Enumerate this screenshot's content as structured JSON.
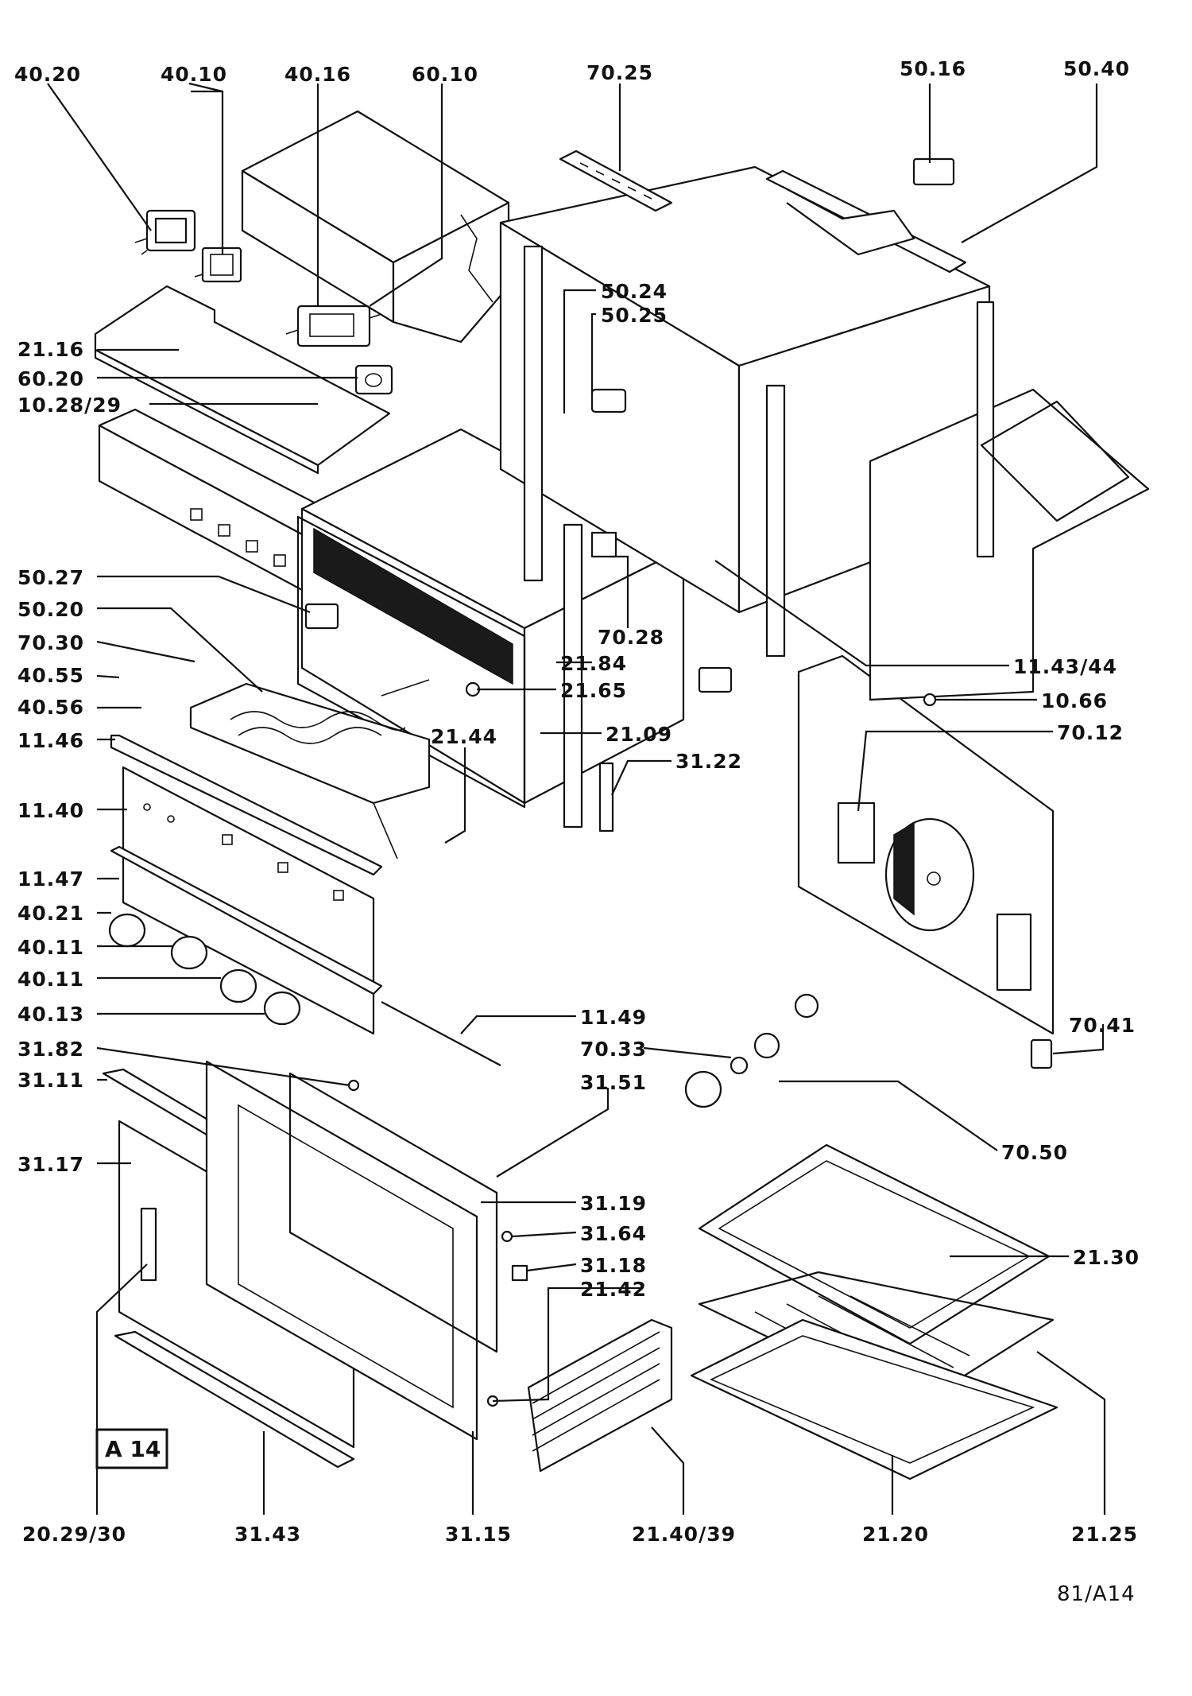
{
  "figure_code": "A 14",
  "page_ref": "81/A14",
  "parts": [
    {
      "id": "p4020",
      "text": "40.20"
    },
    {
      "id": "p4010",
      "text": "40.10"
    },
    {
      "id": "p4016",
      "text": "40.16"
    },
    {
      "id": "p6010",
      "text": "60.10"
    },
    {
      "id": "p7025",
      "text": "70.25"
    },
    {
      "id": "p5016",
      "text": "50.16"
    },
    {
      "id": "p5040",
      "text": "50.40"
    },
    {
      "id": "p5024",
      "text": "50.24"
    },
    {
      "id": "p5025",
      "text": "50.25"
    },
    {
      "id": "p2116",
      "text": "21.16"
    },
    {
      "id": "p6020",
      "text": "60.20"
    },
    {
      "id": "p1028",
      "text": "10.28/29"
    },
    {
      "id": "p5027",
      "text": "50.27"
    },
    {
      "id": "p5020",
      "text": "50.20"
    },
    {
      "id": "p7030",
      "text": "70.30"
    },
    {
      "id": "p4055",
      "text": "40.55"
    },
    {
      "id": "p4056",
      "text": "40.56"
    },
    {
      "id": "p1146",
      "text": "11.46"
    },
    {
      "id": "p1140",
      "text": "11.40"
    },
    {
      "id": "p1147",
      "text": "11.47"
    },
    {
      "id": "p4021",
      "text": "40.21"
    },
    {
      "id": "p4011a",
      "text": "40.11"
    },
    {
      "id": "p4011b",
      "text": "40.11"
    },
    {
      "id": "p4013",
      "text": "40.13"
    },
    {
      "id": "p3182",
      "text": "31.82"
    },
    {
      "id": "p3111",
      "text": "31.11"
    },
    {
      "id": "p3117",
      "text": "31.17"
    },
    {
      "id": "p2029",
      "text": "20.29/30"
    },
    {
      "id": "p3143",
      "text": "31.43"
    },
    {
      "id": "p3115",
      "text": "31.15"
    },
    {
      "id": "p7028",
      "text": "70.28"
    },
    {
      "id": "p2184",
      "text": "21.84"
    },
    {
      "id": "p2165",
      "text": "21.65"
    },
    {
      "id": "p2144",
      "text": "21.44"
    },
    {
      "id": "p2109",
      "text": "21.09"
    },
    {
      "id": "p3122",
      "text": "31.22"
    },
    {
      "id": "p1143",
      "text": "11.43/44"
    },
    {
      "id": "p1066",
      "text": "10.66"
    },
    {
      "id": "p7012",
      "text": "70.12"
    },
    {
      "id": "p7041",
      "text": "70.41"
    },
    {
      "id": "p1149",
      "text": "11.49"
    },
    {
      "id": "p7033",
      "text": "70.33"
    },
    {
      "id": "p3151",
      "text": "31.51"
    },
    {
      "id": "p7050",
      "text": "70.50"
    },
    {
      "id": "p3119",
      "text": "31.19"
    },
    {
      "id": "p3164",
      "text": "31.64"
    },
    {
      "id": "p3118",
      "text": "31.18"
    },
    {
      "id": "p2142",
      "text": "21.42"
    },
    {
      "id": "p2130",
      "text": "21.30"
    },
    {
      "id": "p2140",
      "text": "21.40/39"
    },
    {
      "id": "p2120",
      "text": "21.20"
    },
    {
      "id": "p2125",
      "text": "21.25"
    }
  ]
}
